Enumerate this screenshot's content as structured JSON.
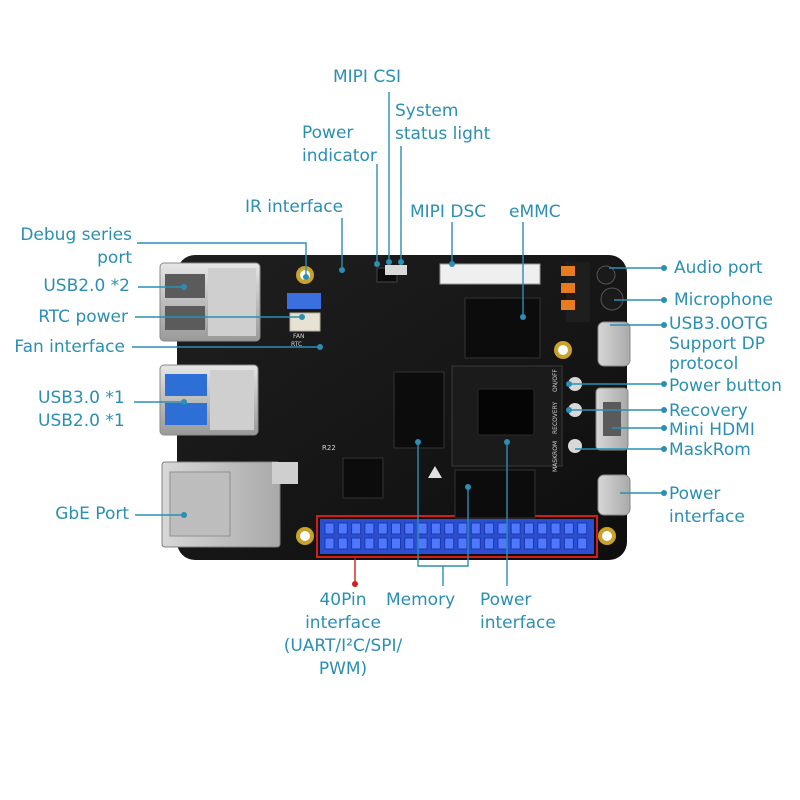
{
  "labels": {
    "mipi_csi": "MIPI CSI",
    "system_status_light": "System\nstatus light",
    "power_indicator": "Power\nindicator",
    "ir_interface": "IR interface",
    "mipi_dsc": "MIPI DSC",
    "emmc": "eMMC",
    "debug_serial_port": "Debug series\nport",
    "usb20_x2": "USB2.0 *2",
    "rtc_power": "RTC power",
    "fan_interface": "Fan interface",
    "usb30_usb20": "USB3.0 *1\nUSB2.0 *1",
    "gbe_port": "GbE Port",
    "audio_port": "Audio port",
    "microphone": "Microphone",
    "usb30tg": "USB3.0OTG\nSupport DP\nprotocol",
    "power_button": "Power button",
    "recovery": "Recovery",
    "mini_hdmi": "Mini HDMI",
    "maskrom": "MaskRom",
    "power_interface_right": "Power\ninterface",
    "pin40": "40Pin\ninterface\n(UART/I²C/SPI/\nPWM)",
    "memory": "Memory",
    "power_interface_bottom": "Power\ninterface"
  },
  "colors": {
    "label": "#2a8fb2",
    "highlight": "#d41c1c",
    "pcb": "#141414",
    "gpio_header": "#2b4fd0"
  },
  "silkscreen": {
    "rtc": "RTC",
    "fan": "FAN",
    "recovery": "RECOVERY",
    "maskrom": "MASKROM",
    "onoff": "ON/OFF",
    "r22": "R22"
  }
}
